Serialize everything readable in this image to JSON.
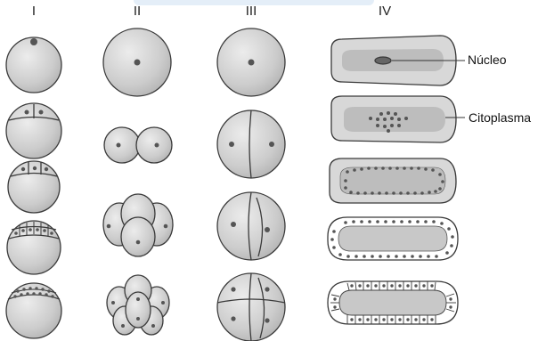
{
  "columns": [
    "I",
    "II",
    "III",
    "IV"
  ],
  "labels": {
    "nucleus": "Núcleo",
    "cytoplasm": "Citoplasma"
  },
  "colors": {
    "cell_fill": "#cfcfcf",
    "cell_light": "#e2e2e2",
    "outline": "#3a3a3a",
    "nucleus": "#555555",
    "yolk": "#bdbdbd",
    "topbar": "#e4eef8"
  }
}
